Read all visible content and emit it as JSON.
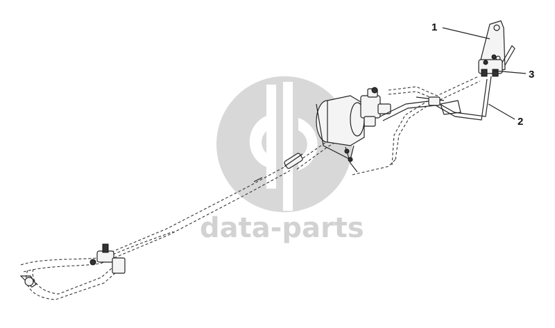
{
  "diagram": {
    "callouts": [
      {
        "number": "1"
      },
      {
        "number": "2"
      },
      {
        "number": "3"
      }
    ]
  },
  "watermark": {
    "text": "data-parts",
    "color": "#d2d2d2"
  }
}
